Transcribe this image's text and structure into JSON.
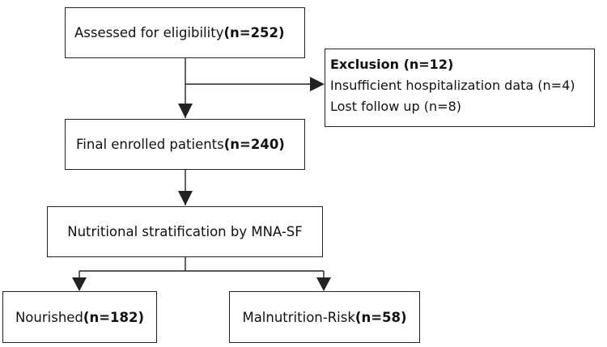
{
  "boxes": {
    "assessed": {
      "text": "Assessed for eligibility",
      "count": "(n=252)"
    },
    "exclusion": {
      "title": "Exclusion (n=12)",
      "items": [
        "Insufficient hospitalization data (n=4)",
        "Lost follow up (n=8)"
      ]
    },
    "enrolled": {
      "text": "Final enrolled patients",
      "count": "(n=240)"
    },
    "stratification": {
      "text": "Nutritional stratification by MNA-SF"
    },
    "nourished": {
      "text": "Nourished",
      "count": "(n=182)"
    },
    "malnutrition": {
      "text": "Malnutrition-Risk",
      "count": "(n=58)"
    }
  },
  "colors": {
    "line": "#222222",
    "background": "#ffffff"
  }
}
